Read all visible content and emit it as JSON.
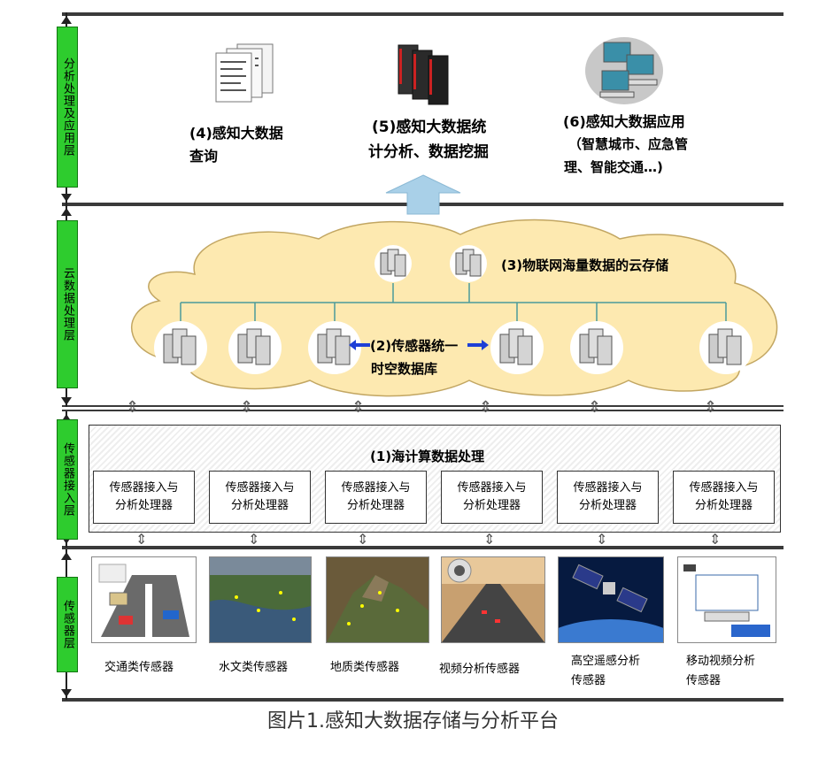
{
  "layers": {
    "analysis": "分析处理及应用层",
    "cloud": "云数据处理层",
    "access": "传感器接入层",
    "sensor": "传感器层"
  },
  "analysis_items": {
    "query": [
      "(4)感知大数据",
      "查询"
    ],
    "stats": [
      "(5)感知大数据统",
      "计分析、数据挖掘"
    ],
    "apps_title": "(6)感知大数据应用",
    "apps_detail": [
      "（智慧城市、应急管",
      "理、智能交通…)"
    ]
  },
  "cloud": {
    "storage": "(3)物联网海量数据的云存储",
    "db": [
      "(2)传感器统一",
      "时空数据库"
    ]
  },
  "access": {
    "title": "(1)海计算数据处理",
    "box_label": [
      "传感器接入与",
      "分析处理器"
    ]
  },
  "sensors": [
    {
      "label": [
        "交通类传感器"
      ]
    },
    {
      "label": [
        "水文类传感器"
      ]
    },
    {
      "label": [
        "地质类传感器"
      ]
    },
    {
      "label": [
        "视频分析传感器"
      ]
    },
    {
      "label": [
        "高空遥感分析",
        "传感器"
      ]
    },
    {
      "label": [
        "移动视频分析",
        "传感器"
      ]
    }
  ],
  "caption": "图片1.感知大数据存储与分析平台",
  "colors": {
    "layer_label": "#2ecc2e",
    "cloud": "#fde9b0",
    "arrow": "#a9d0e8"
  }
}
